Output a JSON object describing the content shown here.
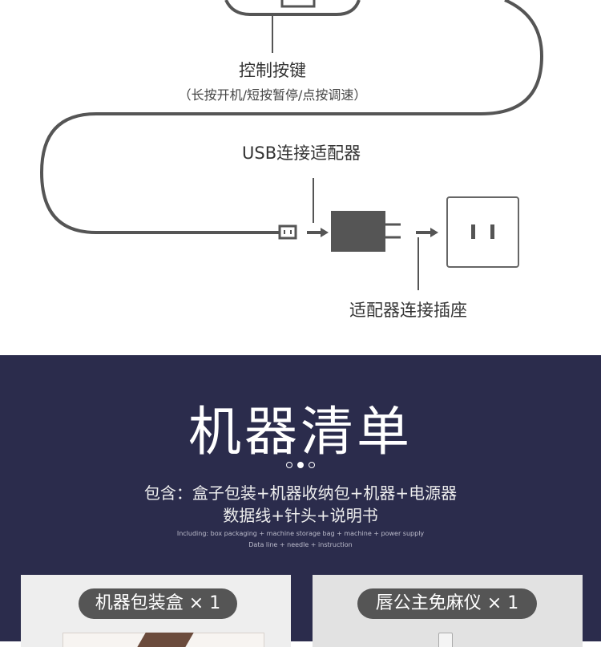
{
  "diagram": {
    "control_label": "控制按键",
    "control_sub": "（长按开机/短按暂停/点按调速）",
    "usb_label": "USB连接适配器",
    "adapter_label": "适配器连接插座"
  },
  "list_section": {
    "title": "机器清单",
    "contents_line1": "包含：盒子包装+机器收纳包+机器+电源器",
    "contents_line2": "数据线+针头+说明书",
    "english_line1": "Including: box packaging + machine storage bag + machine + power supply",
    "english_line2": "Data line + needle + instruction",
    "items": [
      {
        "label": "机器包装盒 × 1"
      },
      {
        "label": "唇公主免麻仪 × 1"
      }
    ]
  },
  "colors": {
    "dark_bg": "#2b2c4c",
    "line": "#555555",
    "pill": "#555555"
  }
}
